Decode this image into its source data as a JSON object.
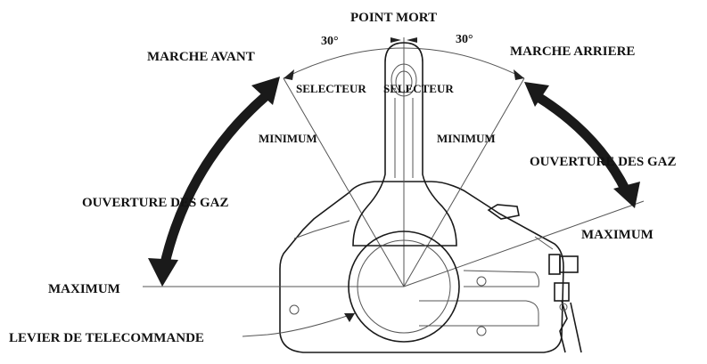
{
  "labels": {
    "point_mort": "POINT MORT",
    "angle_left": "30°",
    "angle_right": "30°",
    "marche_avant": "MARCHE AVANT",
    "marche_arriere": "MARCHE ARRIERE",
    "selecteur_left": "SELECTEUR",
    "selecteur_right": "SELECTEUR",
    "minimum_left": "MINIMUM",
    "minimum_right": "MINIMUM",
    "ouverture_left": "OUVERTURE DES GAZ",
    "ouverture_right": "OUVERTURE DES GAZ",
    "maximum_left": "MAXIMUM",
    "maximum_right": "MAXIMUM",
    "levier": "LEVIER DE TELECOMMANDE"
  },
  "colors": {
    "ink": "#111111",
    "arrow": "#1a1a1a"
  }
}
